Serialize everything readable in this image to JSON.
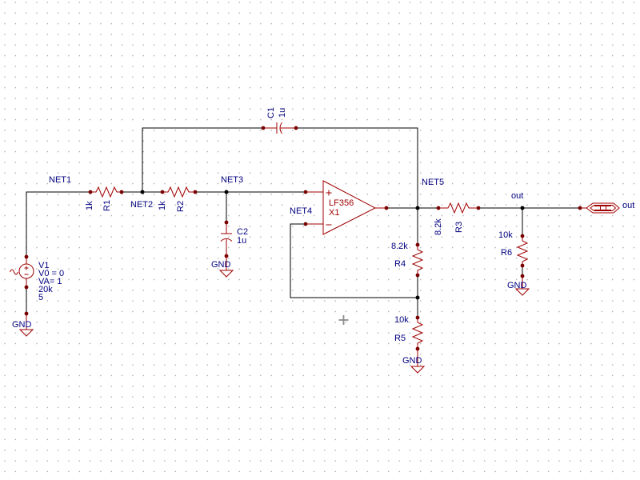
{
  "canvas": {
    "background": "#ffffff",
    "grid_dot_color": "#ababab"
  },
  "colors": {
    "wire": "#000000",
    "component_stroke": "#a00000",
    "terminal_dot": "#7a0000",
    "junction_dot": "#000000",
    "label_text": "#000080",
    "component_text": "#a00000",
    "cursor_cross": "#8c8c8c"
  },
  "net_labels": {
    "net1": "NET1",
    "net2": "NET2",
    "net3": "NET3",
    "net4": "NET4",
    "net5": "NET5",
    "out": "out"
  },
  "port": {
    "label": "out"
  },
  "components": {
    "v1": {
      "ref": "V1",
      "params": [
        "V0 = 0",
        "VA= 1",
        "20k",
        "5"
      ]
    },
    "r1": {
      "ref": "R1",
      "value": "1k"
    },
    "r2": {
      "ref": "R2",
      "value": "1k"
    },
    "r3": {
      "ref": "R3",
      "value": "8.2k"
    },
    "r4": {
      "ref": "R4",
      "value": "8.2k"
    },
    "r5": {
      "ref": "R5",
      "value": "10k"
    },
    "r6": {
      "ref": "R6",
      "value": "10k"
    },
    "c1": {
      "ref": "C1",
      "value": "1u"
    },
    "c2": {
      "ref": "C2",
      "value": "1u"
    },
    "x1": {
      "part": "LF356",
      "ref": "X1"
    }
  },
  "grounds": {
    "v1": "GND",
    "c2": "GND",
    "r5": "GND",
    "r6": "GND"
  }
}
